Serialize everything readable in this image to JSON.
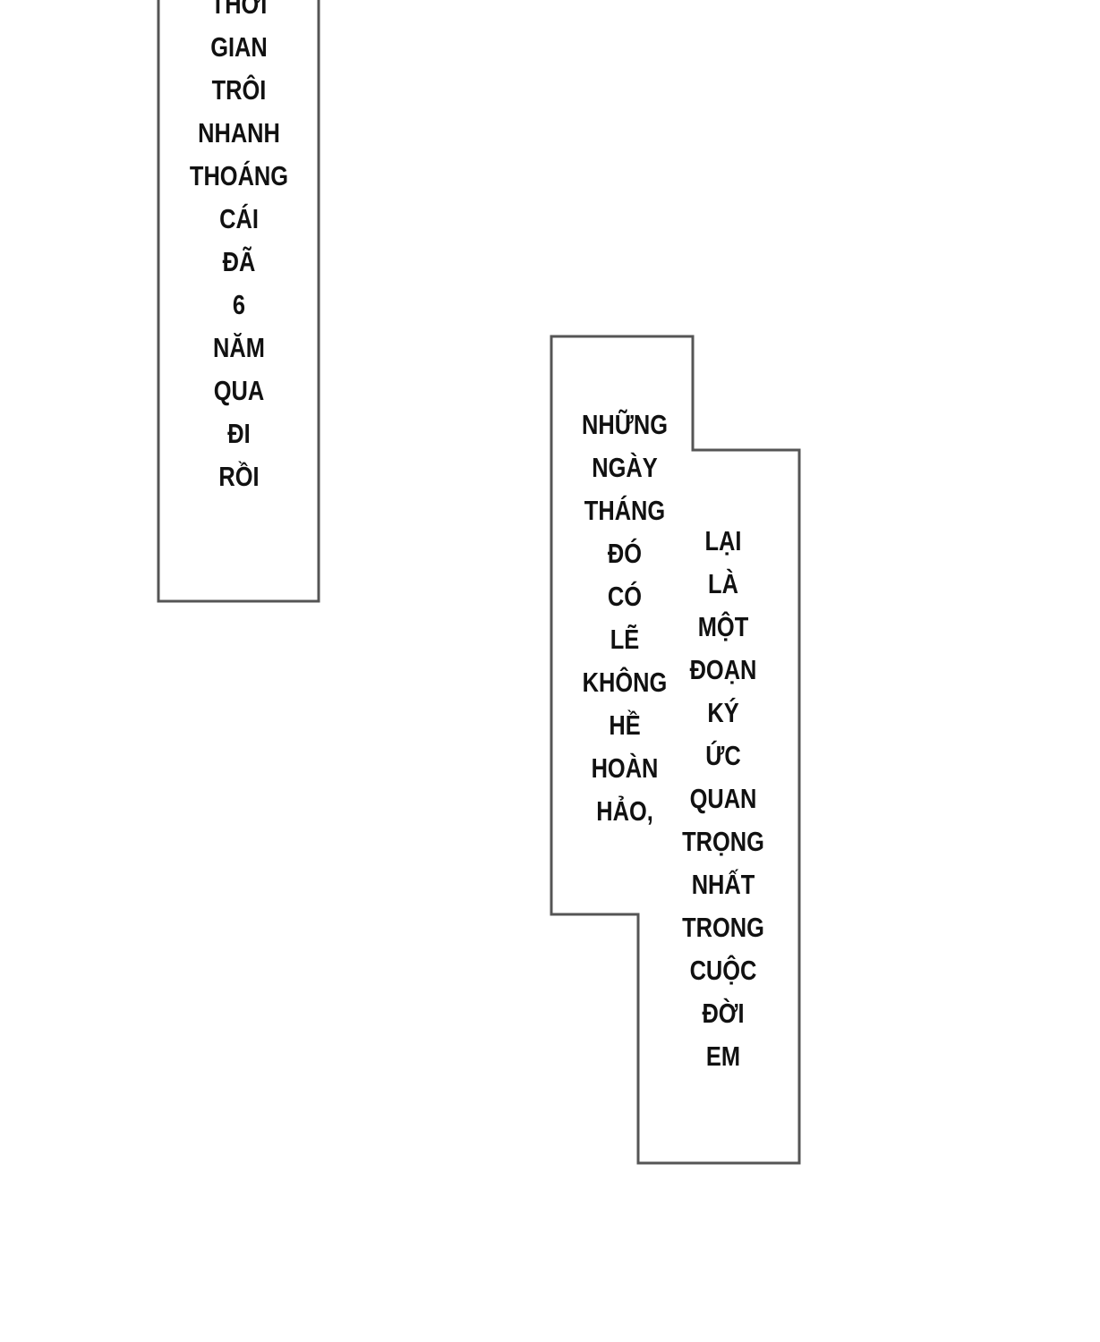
{
  "panel_1": {
    "lines": [
      "THỜI",
      "GIAN",
      "TRÔI",
      "NHANH",
      "THOÁNG",
      "CÁI",
      "ĐÃ",
      "6",
      "NĂM",
      "QUA",
      "ĐI",
      "RỒI"
    ]
  },
  "panel_2": {
    "left_lines": [
      "NHỮNG",
      "NGÀY",
      "THÁNG",
      "ĐÓ",
      "CÓ",
      "LẼ",
      "KHÔNG",
      "HỀ",
      "HOÀN",
      "HẢO,"
    ],
    "right_lines": [
      "LẠI",
      "LÀ",
      "MỘT",
      "ĐOẠN",
      "KÝ",
      "ỨC",
      "QUAN",
      "TRỌNG",
      "NHẤT",
      "TRONG",
      "CUỘC",
      "ĐỜI",
      "EM"
    ]
  }
}
